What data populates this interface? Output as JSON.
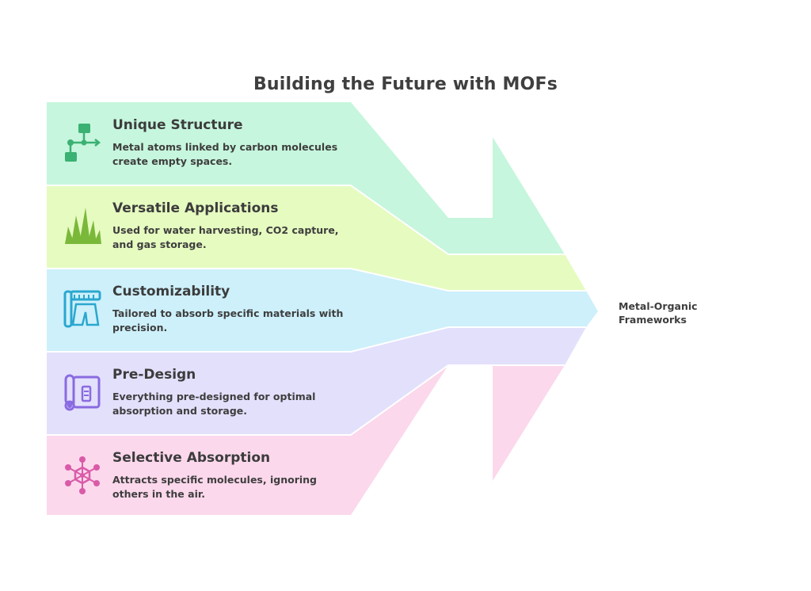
{
  "title": "Building the Future with MOFs",
  "target_label": "Metal-Organic Frameworks",
  "bands": [
    {
      "title": "Unique Structure",
      "description": "Metal atoms linked by carbon molecules create empty spaces.",
      "icon": "flowchart-icon",
      "fill": "#c6f6dd",
      "icon_color": "#3bb174"
    },
    {
      "title": "Versatile Applications",
      "description": "Used for water harvesting, CO2 capture, and gas storage.",
      "icon": "grass-icon",
      "fill": "#e6fbc0",
      "icon_color": "#7ab83a"
    },
    {
      "title": "Customizability",
      "description": "Tailored to absorb specific materials with precision.",
      "icon": "blueprint-icon",
      "fill": "#cdf0fb",
      "icon_color": "#2aa7cf"
    },
    {
      "title": "Pre-Design",
      "description": "Everything pre-designed for optimal absorption and storage.",
      "icon": "document-roll-icon",
      "fill": "#e3e0fc",
      "icon_color": "#8a6be0"
    },
    {
      "title": "Selective Absorption",
      "description": "Attracts specific molecules, ignoring others in the air.",
      "icon": "molecule-icon",
      "fill": "#fcd8ec",
      "icon_color": "#d95ba8"
    }
  ]
}
